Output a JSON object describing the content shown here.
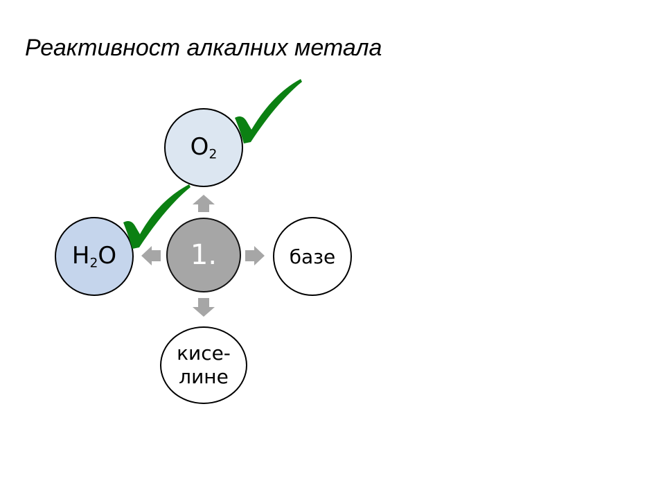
{
  "slide": {
    "title": "Реактивност алкалних метала"
  },
  "nodes": {
    "center": {
      "label": "1."
    },
    "oxygen": {
      "base": "O",
      "sub": "2",
      "suffix": ""
    },
    "water": {
      "base": "H",
      "sub": "2",
      "suffix": "O"
    },
    "base": {
      "label": "базе"
    },
    "acid": {
      "line1": "кисе-",
      "line2": "лине"
    }
  },
  "colors": {
    "arrow": "#a6a6a6",
    "check": "#0b8012",
    "oxygen_fill": "#dce6f1",
    "water_fill": "#c5d5ec",
    "center_fill": "#a6a6a6"
  },
  "icons": [
    "arrow-up-icon",
    "arrow-left-icon",
    "arrow-right-icon",
    "arrow-down-icon",
    "checkmark-icon"
  ]
}
